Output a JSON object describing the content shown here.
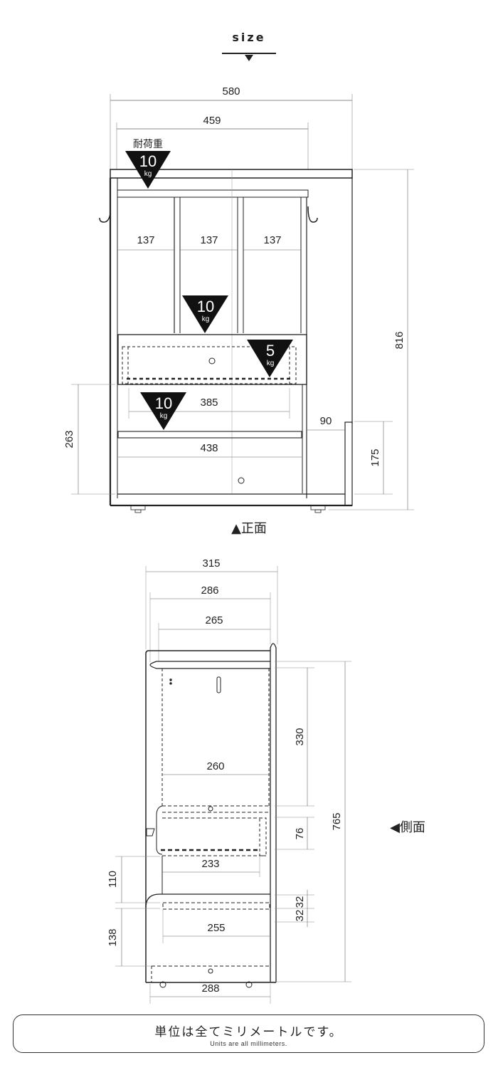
{
  "header": {
    "title": "size",
    "marker": "chevron-down"
  },
  "front_view": {
    "label": "▲正面",
    "overall_width": "580",
    "top_inner_width": "459",
    "load_caption": "耐荷重",
    "top_load": {
      "value": "10",
      "unit": "kg"
    },
    "compartment_widths": [
      "137",
      "137",
      "137"
    ],
    "middle_shelf_load": {
      "value": "10",
      "unit": "kg"
    },
    "drawer_load": {
      "value": "5",
      "unit": "kg"
    },
    "lower_shelf_load": {
      "value": "10",
      "unit": "kg"
    },
    "drawer_inner_width": "385",
    "bottom_width": "438",
    "side_opening_width": "90",
    "overall_height": "816",
    "lower_section_height": "263",
    "side_rail_height": "175"
  },
  "side_view": {
    "label": "◀側面",
    "overall_depth": "315",
    "depth_2": "286",
    "depth_3": "265",
    "upper_inner_depth": "260",
    "upper_height": "330",
    "drawer_height": "76",
    "overall_height": "765",
    "drawer_depth": "233",
    "gap_height": "110",
    "shelf_spacing_a": "32",
    "shelf_spacing_b": "32",
    "lower_inner_depth": "255",
    "lower_height": "138",
    "base_depth": "288"
  },
  "footer": {
    "note_jp": "単位は全てミリメートルです。",
    "note_en": "Units are all millimeters."
  }
}
